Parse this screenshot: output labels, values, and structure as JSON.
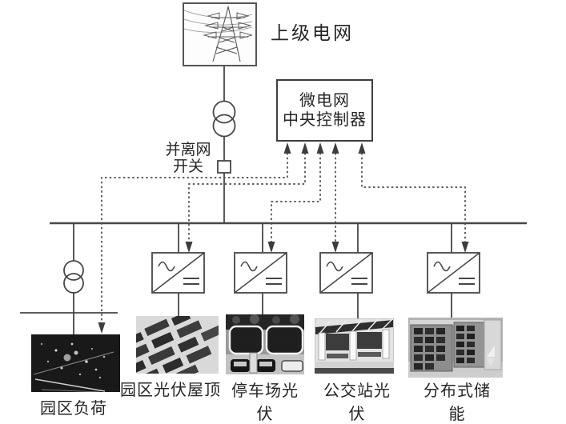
{
  "upper_grid": {
    "label": "上级电网"
  },
  "controller": {
    "line1": "微电网",
    "line2": "中央控制器"
  },
  "grid_switch": {
    "line1": "并离网",
    "line2": "开关"
  },
  "devices": {
    "load": {
      "label": "园区负荷"
    },
    "pv_rooftop": {
      "label": "园区光伏屋顶"
    },
    "pv_parking": {
      "label": "停车场光伏"
    },
    "pv_bus_station": {
      "label": "公交站光伏"
    },
    "storage": {
      "label": "分布式储能"
    }
  },
  "icons": {
    "transmission_tower": "lattice-tower-photo",
    "transformer": "two-overlapping-circles",
    "switch": "small-square",
    "inverter": "ac-dc-converter-box",
    "control_link": "dashed-arrow"
  },
  "colors": {
    "line": "#474747",
    "text": "#262626",
    "background": "#ffffff",
    "photo_dark": "#1c1c1c",
    "photo_light": "#d9d9d9"
  }
}
